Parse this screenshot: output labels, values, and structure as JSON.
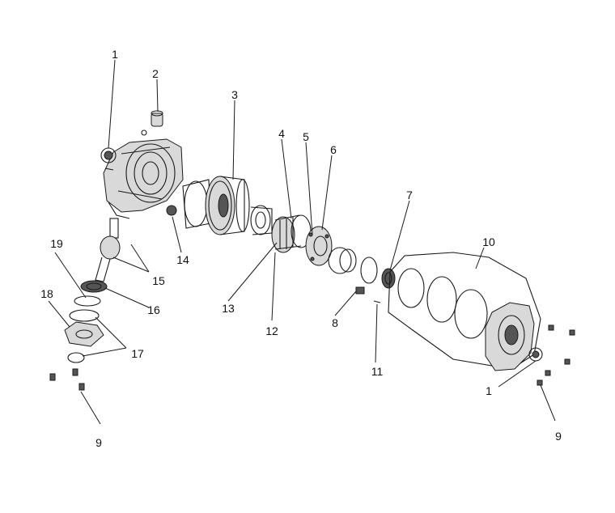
{
  "callouts": {
    "c1a": "1",
    "c2": "2",
    "c3": "3",
    "c4": "4",
    "c5": "5",
    "c6": "6",
    "c7": "7",
    "c8": "8",
    "c9a": "9",
    "c9b": "9",
    "c10": "10",
    "c11": "11",
    "c12": "12",
    "c13": "13",
    "c14": "14",
    "c15": "15",
    "c16": "16",
    "c17": "17",
    "c18": "18",
    "c19": "19",
    "c1b": "1"
  }
}
